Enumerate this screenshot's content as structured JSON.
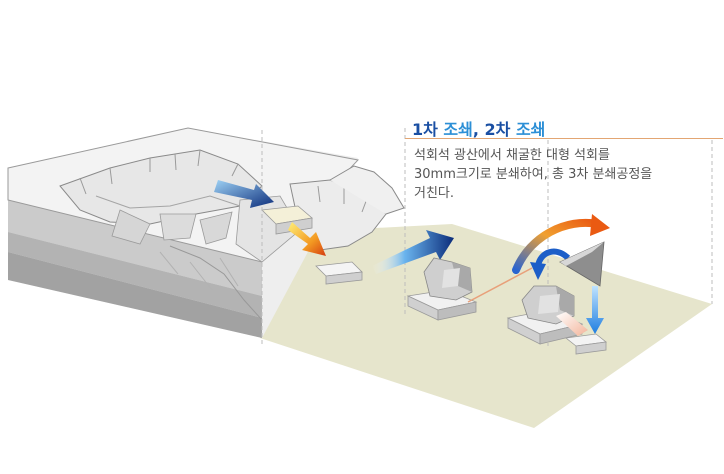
{
  "caption": {
    "title_parts": [
      "1차",
      " 조쇄",
      ", ",
      "2차",
      " 조쇄"
    ],
    "lines": [
      "석회석 광산에서 채굴한 대형 석회를",
      "30mm크기로 분쇄하여, 총 3차 분쇄공정을",
      "거친다."
    ]
  },
  "colors": {
    "title_number": "#1a4fa3",
    "title_word": "#2c8fd6",
    "ground": "#e6e5cc",
    "rule": "#e3a673",
    "text": "#555555"
  },
  "icons": [
    "quarry-terrain",
    "jaw-crusher-icon",
    "cone-crusher-icon",
    "feed-hopper-icon",
    "flow-arrow-icon"
  ]
}
